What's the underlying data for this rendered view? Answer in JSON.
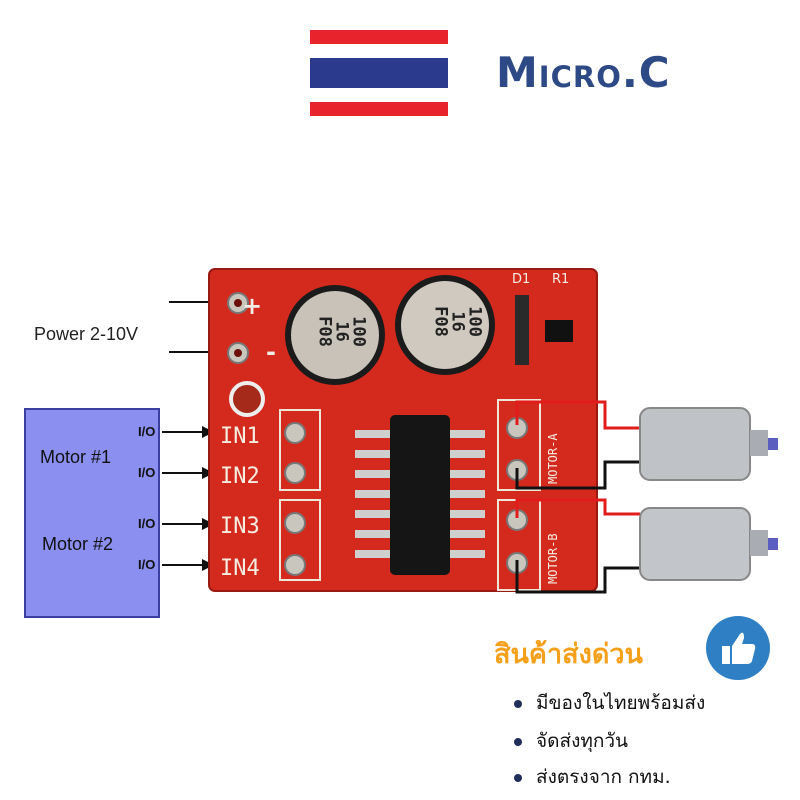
{
  "header": {
    "brand": "Micro.C"
  },
  "diagram": {
    "power_label": "Power 2-10V",
    "power_pins": [
      "+",
      "-"
    ],
    "mcu": {
      "motor1_label": "Motor #1",
      "motor2_label": "Motor #2",
      "io_labels": [
        "I/O",
        "I/O",
        "I/O",
        "I/O"
      ]
    },
    "board": {
      "inputs": [
        "IN1",
        "IN2",
        "IN3",
        "IN4"
      ],
      "outputs": [
        "MOTOR-A",
        "MOTOR-B"
      ],
      "capacitor_marking": [
        "100",
        "16",
        "F08"
      ],
      "component_labels": [
        "D1",
        "R1"
      ]
    }
  },
  "promo": {
    "title": "สินค้าส่งด่วน",
    "bullets": [
      "มีของในไทยพร้อมส่ง",
      "จัดส่งทุกวัน",
      "ส่งตรงจาก กทม."
    ]
  },
  "colors": {
    "brand": "#2e4a86",
    "promo_title": "#f5a01b",
    "board_red": "#d42a1e",
    "mcu_box": "#8a8ff0",
    "thumb_circle": "#2f7fc4"
  }
}
